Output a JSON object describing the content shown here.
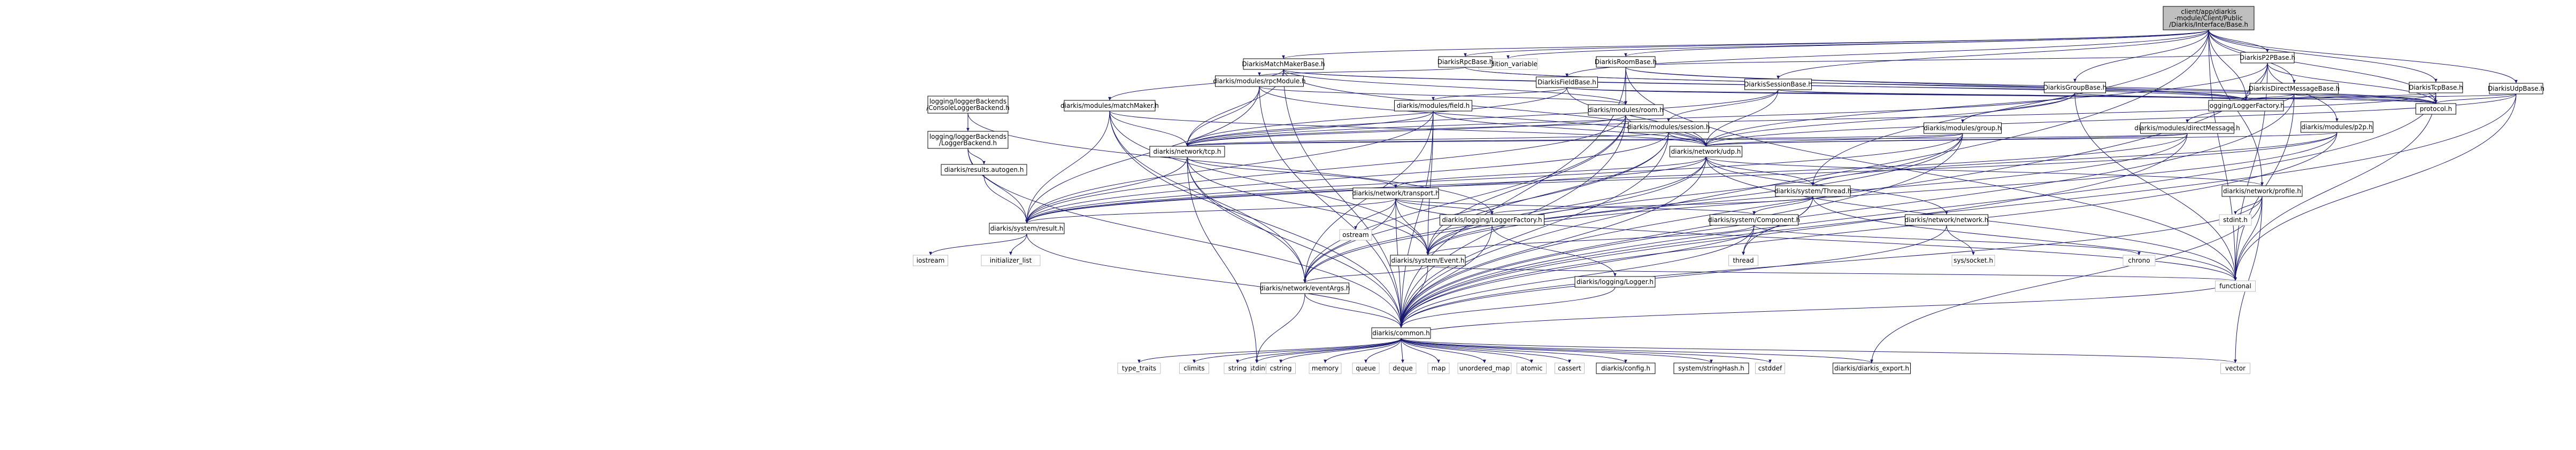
{
  "graph": {
    "root": "client/app/diarkis-module/Client/Public/Diarkis/Interface/Base.h",
    "nodes": [
      {
        "id": "root",
        "label": [
          "client/app/diarkis",
          "-module/Client/Public",
          "/Diarkis/Interface/Base.h"
        ],
        "kind": "root"
      },
      {
        "id": "condvar",
        "label": [
          "condition_variable"
        ],
        "kind": "std"
      },
      {
        "id": "matchmaker",
        "label": [
          "DiarkisMatchMakerBase.h"
        ],
        "kind": "header"
      },
      {
        "id": "rpcbase",
        "label": [
          "DiarkisRpcBase.h"
        ],
        "kind": "header"
      },
      {
        "id": "roombase",
        "label": [
          "DiarkisRoomBase.h"
        ],
        "kind": "header"
      },
      {
        "id": "fieldbase",
        "label": [
          "DiarkisFieldBase.h"
        ],
        "kind": "header"
      },
      {
        "id": "sessionbase",
        "label": [
          "DiarkisSessionBase.h"
        ],
        "kind": "header"
      },
      {
        "id": "groupbase",
        "label": [
          "DiarkisGroupBase.h"
        ],
        "kind": "header"
      },
      {
        "id": "p2pbase",
        "label": [
          "DiarkisP2PBase.h"
        ],
        "kind": "header"
      },
      {
        "id": "dmbase",
        "label": [
          "DiarkisDirectMessageBase.h"
        ],
        "kind": "header"
      },
      {
        "id": "tcpbase",
        "label": [
          "DiarkisTcpBase.h"
        ],
        "kind": "header"
      },
      {
        "id": "udpbase",
        "label": [
          "DiarkisUdpBase.h"
        ],
        "kind": "header"
      },
      {
        "id": "rpcmodule",
        "label": [
          "diarkis/modules/rpcModule.h"
        ],
        "kind": "header"
      },
      {
        "id": "consolelogger",
        "label": [
          "logging/loggerBackends",
          "/ConsoleLoggerBackend.h"
        ],
        "kind": "header"
      },
      {
        "id": "matchmakerh",
        "label": [
          "diarkis/modules/matchMaker.h"
        ],
        "kind": "header"
      },
      {
        "id": "field",
        "label": [
          "diarkis/modules/field.h"
        ],
        "kind": "header"
      },
      {
        "id": "room",
        "label": [
          "diarkis/modules/room.h"
        ],
        "kind": "header"
      },
      {
        "id": "session",
        "label": [
          "diarkis/modules/session.h"
        ],
        "kind": "header"
      },
      {
        "id": "group",
        "label": [
          "diarkis/modules/group.h"
        ],
        "kind": "header"
      },
      {
        "id": "directmessage",
        "label": [
          "diarkis/modules/directMessage.h"
        ],
        "kind": "header"
      },
      {
        "id": "p2p",
        "label": [
          "diarkis/modules/p2p.h"
        ],
        "kind": "header"
      },
      {
        "id": "loggerfactory",
        "label": [
          "logging/LoggerFactory.h"
        ],
        "kind": "header"
      },
      {
        "id": "protocol",
        "label": [
          "protocol.h"
        ],
        "kind": "header"
      },
      {
        "id": "loggerbackend",
        "label": [
          "logging/loggerBackends",
          "/LoggerBackend.h"
        ],
        "kind": "header"
      },
      {
        "id": "tcp",
        "label": [
          "diarkis/network/tcp.h"
        ],
        "kind": "header"
      },
      {
        "id": "udp",
        "label": [
          "diarkis/network/udp.h"
        ],
        "kind": "header"
      },
      {
        "id": "autogen",
        "label": [
          "diarkis/results.autogen.h"
        ],
        "kind": "header"
      },
      {
        "id": "transport",
        "label": [
          "diarkis/network/transport.h"
        ],
        "kind": "header"
      },
      {
        "id": "thread",
        "label": [
          "diarkis/system/Thread.h"
        ],
        "kind": "header"
      },
      {
        "id": "profile",
        "label": [
          "diarkis/network/profile.h"
        ],
        "kind": "header"
      },
      {
        "id": "result",
        "label": [
          "diarkis/system/result.h"
        ],
        "kind": "header"
      },
      {
        "id": "ostream",
        "label": [
          "ostream"
        ],
        "kind": "std"
      },
      {
        "id": "dloggerfactory",
        "label": [
          "diarkis/logging/LoggerFactory.h"
        ],
        "kind": "header"
      },
      {
        "id": "component",
        "label": [
          "diarkis/system/Component.h"
        ],
        "kind": "header"
      },
      {
        "id": "network",
        "label": [
          "diarkis/network/network.h"
        ],
        "kind": "header"
      },
      {
        "id": "stdint",
        "label": [
          "stdint.h"
        ],
        "kind": "std"
      },
      {
        "id": "iostream",
        "label": [
          "iostream"
        ],
        "kind": "std"
      },
      {
        "id": "initlist",
        "label": [
          "initializer_list"
        ],
        "kind": "std"
      },
      {
        "id": "event",
        "label": [
          "diarkis/system/Event.h"
        ],
        "kind": "header"
      },
      {
        "id": "threadstd",
        "label": [
          "thread"
        ],
        "kind": "std"
      },
      {
        "id": "socket",
        "label": [
          "sys/socket.h"
        ],
        "kind": "std"
      },
      {
        "id": "chrono",
        "label": [
          "chrono"
        ],
        "kind": "std"
      },
      {
        "id": "logger",
        "label": [
          "diarkis/logging/Logger.h"
        ],
        "kind": "header"
      },
      {
        "id": "eventargs",
        "label": [
          "diarkis/network/eventArgs.h"
        ],
        "kind": "header"
      },
      {
        "id": "functional",
        "label": [
          "functional"
        ],
        "kind": "std"
      },
      {
        "id": "common",
        "label": [
          "diarkis/common.h"
        ],
        "kind": "header"
      },
      {
        "id": "cstdint",
        "label": [
          "cstdint"
        ],
        "kind": "std"
      },
      {
        "id": "type_traits",
        "label": [
          "type_traits"
        ],
        "kind": "std"
      },
      {
        "id": "climits",
        "label": [
          "climits"
        ],
        "kind": "std"
      },
      {
        "id": "string",
        "label": [
          "string"
        ],
        "kind": "std"
      },
      {
        "id": "cstring",
        "label": [
          "cstring"
        ],
        "kind": "std"
      },
      {
        "id": "memory",
        "label": [
          "memory"
        ],
        "kind": "std"
      },
      {
        "id": "queue",
        "label": [
          "queue"
        ],
        "kind": "std"
      },
      {
        "id": "deque",
        "label": [
          "deque"
        ],
        "kind": "std"
      },
      {
        "id": "map",
        "label": [
          "map"
        ],
        "kind": "std"
      },
      {
        "id": "unordered_map",
        "label": [
          "unordered_map"
        ],
        "kind": "std"
      },
      {
        "id": "atomic",
        "label": [
          "atomic"
        ],
        "kind": "std"
      },
      {
        "id": "cassert",
        "label": [
          "cassert"
        ],
        "kind": "std"
      },
      {
        "id": "config",
        "label": [
          "diarkis/config.h"
        ],
        "kind": "header"
      },
      {
        "id": "stringhash",
        "label": [
          "system/stringHash.h"
        ],
        "kind": "header"
      },
      {
        "id": "cstddef",
        "label": [
          "cstddef"
        ],
        "kind": "std"
      },
      {
        "id": "export",
        "label": [
          "diarkis/diarkis_export.h"
        ],
        "kind": "header"
      },
      {
        "id": "vector",
        "label": [
          "vector"
        ],
        "kind": "std"
      }
    ],
    "edges": [
      [
        "root",
        "condvar"
      ],
      [
        "root",
        "matchmaker"
      ],
      [
        "root",
        "rpcbase"
      ],
      [
        "root",
        "roombase"
      ],
      [
        "root",
        "fieldbase"
      ],
      [
        "root",
        "sessionbase"
      ],
      [
        "root",
        "groupbase"
      ],
      [
        "root",
        "p2pbase"
      ],
      [
        "root",
        "dmbase"
      ],
      [
        "root",
        "tcpbase"
      ],
      [
        "root",
        "udpbase"
      ],
      [
        "root",
        "loggerfactory"
      ],
      [
        "root",
        "protocol"
      ],
      [
        "root",
        "functional"
      ],
      [
        "root",
        "common"
      ],
      [
        "root",
        "profile"
      ],
      [
        "root",
        "thread"
      ],
      [
        "matchmaker",
        "matchmakerh"
      ],
      [
        "matchmaker",
        "loggerfactory"
      ],
      [
        "matchmaker",
        "protocol"
      ],
      [
        "matchmaker",
        "tcp"
      ],
      [
        "matchmaker",
        "udp"
      ],
      [
        "matchmaker",
        "room"
      ],
      [
        "matchmaker",
        "common"
      ],
      [
        "rpcbase",
        "rpcmodule"
      ],
      [
        "rpcbase",
        "loggerfactory"
      ],
      [
        "rpcbase",
        "protocol"
      ],
      [
        "roombase",
        "room"
      ],
      [
        "roombase",
        "loggerfactory"
      ],
      [
        "roombase",
        "protocol"
      ],
      [
        "roombase",
        "p2pbase"
      ],
      [
        "roombase",
        "functional"
      ],
      [
        "roombase",
        "common"
      ],
      [
        "fieldbase",
        "field"
      ],
      [
        "fieldbase",
        "loggerfactory"
      ],
      [
        "fieldbase",
        "protocol"
      ],
      [
        "fieldbase",
        "udp"
      ],
      [
        "fieldbase",
        "tcp"
      ],
      [
        "sessionbase",
        "session"
      ],
      [
        "sessionbase",
        "loggerfactory"
      ],
      [
        "sessionbase",
        "protocol"
      ],
      [
        "sessionbase",
        "udp"
      ],
      [
        "sessionbase",
        "tcp"
      ],
      [
        "groupbase",
        "group"
      ],
      [
        "groupbase",
        "loggerfactory"
      ],
      [
        "groupbase",
        "protocol"
      ],
      [
        "groupbase",
        "udp"
      ],
      [
        "groupbase",
        "tcp"
      ],
      [
        "groupbase",
        "functional"
      ],
      [
        "p2pbase",
        "p2p"
      ],
      [
        "p2pbase",
        "loggerfactory"
      ],
      [
        "p2pbase",
        "protocol"
      ],
      [
        "p2pbase",
        "udp"
      ],
      [
        "p2pbase",
        "functional"
      ],
      [
        "p2pbase",
        "common"
      ],
      [
        "dmbase",
        "directmessage"
      ],
      [
        "dmbase",
        "loggerfactory"
      ],
      [
        "dmbase",
        "protocol"
      ],
      [
        "dmbase",
        "functional"
      ],
      [
        "dmbase",
        "common"
      ],
      [
        "tcpbase",
        "tcp"
      ],
      [
        "tcpbase",
        "loggerfactory"
      ],
      [
        "tcpbase",
        "protocol"
      ],
      [
        "tcpbase",
        "functional"
      ],
      [
        "tcpbase",
        "common"
      ],
      [
        "udpbase",
        "udp"
      ],
      [
        "udpbase",
        "loggerfactory"
      ],
      [
        "udpbase",
        "protocol"
      ],
      [
        "udpbase",
        "common"
      ],
      [
        "udpbase",
        "functional"
      ],
      [
        "rpcmodule",
        "tcp"
      ],
      [
        "rpcmodule",
        "udp"
      ],
      [
        "rpcmodule",
        "room"
      ],
      [
        "rpcmodule",
        "result"
      ],
      [
        "rpcmodule",
        "common"
      ],
      [
        "consolelogger",
        "loggerbackend"
      ],
      [
        "consolelogger",
        "dloggerfactory"
      ],
      [
        "matchmakerh",
        "tcp"
      ],
      [
        "matchmakerh",
        "udp"
      ],
      [
        "matchmakerh",
        "result"
      ],
      [
        "matchmakerh",
        "event"
      ],
      [
        "matchmakerh",
        "common"
      ],
      [
        "matchmakerh",
        "eventargs"
      ],
      [
        "field",
        "tcp"
      ],
      [
        "field",
        "udp"
      ],
      [
        "field",
        "result"
      ],
      [
        "field",
        "event"
      ],
      [
        "field",
        "common"
      ],
      [
        "field",
        "eventargs"
      ],
      [
        "room",
        "tcp"
      ],
      [
        "room",
        "udp"
      ],
      [
        "room",
        "result"
      ],
      [
        "room",
        "event"
      ],
      [
        "room",
        "common"
      ],
      [
        "room",
        "eventargs"
      ],
      [
        "session",
        "tcp"
      ],
      [
        "session",
        "udp"
      ],
      [
        "session",
        "result"
      ],
      [
        "session",
        "event"
      ],
      [
        "session",
        "common"
      ],
      [
        "session",
        "eventargs"
      ],
      [
        "group",
        "tcp"
      ],
      [
        "group",
        "udp"
      ],
      [
        "group",
        "result"
      ],
      [
        "group",
        "event"
      ],
      [
        "group",
        "common"
      ],
      [
        "group",
        "eventargs"
      ],
      [
        "directmessage",
        "tcp"
      ],
      [
        "directmessage",
        "udp"
      ],
      [
        "directmessage",
        "result"
      ],
      [
        "directmessage",
        "event"
      ],
      [
        "directmessage",
        "common"
      ],
      [
        "p2p",
        "udp"
      ],
      [
        "p2p",
        "result"
      ],
      [
        "p2p",
        "event"
      ],
      [
        "p2p",
        "common"
      ],
      [
        "p2p",
        "thread"
      ],
      [
        "loggerbackend",
        "autogen"
      ],
      [
        "loggerbackend",
        "result"
      ],
      [
        "loggerbackend",
        "common"
      ],
      [
        "tcp",
        "transport"
      ],
      [
        "tcp",
        "result"
      ],
      [
        "tcp",
        "event"
      ],
      [
        "tcp",
        "eventargs"
      ],
      [
        "tcp",
        "common"
      ],
      [
        "tcp",
        "cstdint"
      ],
      [
        "udp",
        "transport"
      ],
      [
        "udp",
        "thread"
      ],
      [
        "udp",
        "profile"
      ],
      [
        "udp",
        "result"
      ],
      [
        "udp",
        "event"
      ],
      [
        "udp",
        "eventargs"
      ],
      [
        "udp",
        "common"
      ],
      [
        "udp",
        "network"
      ],
      [
        "udp",
        "functional"
      ],
      [
        "autogen",
        "result"
      ],
      [
        "transport",
        "result"
      ],
      [
        "transport",
        "ostream"
      ],
      [
        "transport",
        "dloggerfactory"
      ],
      [
        "transport",
        "component"
      ],
      [
        "transport",
        "event"
      ],
      [
        "transport",
        "eventargs"
      ],
      [
        "transport",
        "common"
      ],
      [
        "transport",
        "functional"
      ],
      [
        "thread",
        "dloggerfactory"
      ],
      [
        "thread",
        "component"
      ],
      [
        "thread",
        "threadstd"
      ],
      [
        "thread",
        "functional"
      ],
      [
        "thread",
        "common"
      ],
      [
        "profile",
        "stdint"
      ],
      [
        "profile",
        "functional"
      ],
      [
        "profile",
        "common"
      ],
      [
        "profile",
        "vector"
      ],
      [
        "profile",
        "export"
      ],
      [
        "result",
        "iostream"
      ],
      [
        "result",
        "initlist"
      ],
      [
        "result",
        "common"
      ],
      [
        "dloggerfactory",
        "logger"
      ],
      [
        "dloggerfactory",
        "common"
      ],
      [
        "component",
        "threadstd"
      ],
      [
        "component",
        "chrono"
      ],
      [
        "component",
        "event"
      ],
      [
        "component",
        "common"
      ],
      [
        "network",
        "socket"
      ],
      [
        "network",
        "common"
      ],
      [
        "event",
        "functional"
      ],
      [
        "event",
        "eventargs"
      ],
      [
        "event",
        "common"
      ],
      [
        "logger",
        "common"
      ],
      [
        "eventargs",
        "common"
      ],
      [
        "eventargs",
        "cstdint"
      ],
      [
        "common",
        "cstdint"
      ],
      [
        "common",
        "type_traits"
      ],
      [
        "common",
        "climits"
      ],
      [
        "common",
        "string"
      ],
      [
        "common",
        "cstring"
      ],
      [
        "common",
        "memory"
      ],
      [
        "common",
        "queue"
      ],
      [
        "common",
        "deque"
      ],
      [
        "common",
        "map"
      ],
      [
        "common",
        "unordered_map"
      ],
      [
        "common",
        "atomic"
      ],
      [
        "common",
        "cassert"
      ],
      [
        "common",
        "config"
      ],
      [
        "common",
        "stringhash"
      ],
      [
        "common",
        "cstddef"
      ],
      [
        "common",
        "export"
      ],
      [
        "common",
        "vector"
      ],
      [
        "common",
        "functional"
      ]
    ]
  },
  "colors": {
    "root_fill": "#bfbfbf",
    "node_fill": "#ffffff",
    "node_border": "#000000",
    "std_border": "#bfbfbf",
    "edge": "#191970"
  }
}
